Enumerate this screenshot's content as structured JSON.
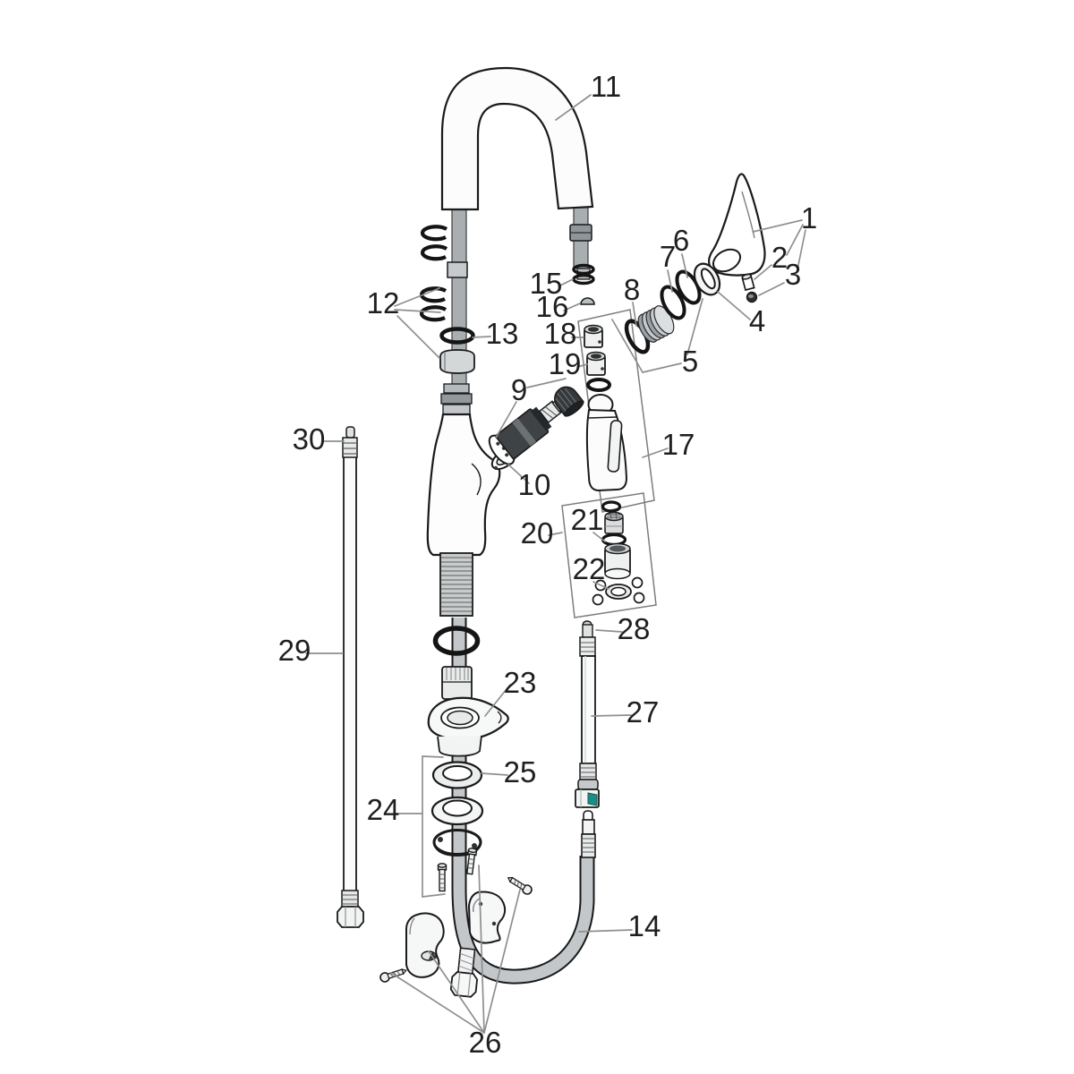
{
  "diagram": {
    "type": "exploded-parts-diagram",
    "colors": {
      "line": "#1a1a1a",
      "leader": "#8f8f8f",
      "metal_grey": "#a9aeb1",
      "hose_grey": "#c3c7c9",
      "dark_part": "#3f4346",
      "accent_teal": "#1e8c84"
    }
  },
  "parts": {
    "p1": {
      "label": "1"
    },
    "p2": {
      "label": "2"
    },
    "p3": {
      "label": "3"
    },
    "p4": {
      "label": "4"
    },
    "p5": {
      "label": "5"
    },
    "p6": {
      "label": "6"
    },
    "p7": {
      "label": "7"
    },
    "p8": {
      "label": "8"
    },
    "p9": {
      "label": "9"
    },
    "p10": {
      "label": "10"
    },
    "p11": {
      "label": "11"
    },
    "p12": {
      "label": "12"
    },
    "p13": {
      "label": "13"
    },
    "p14": {
      "label": "14"
    },
    "p15": {
      "label": "15"
    },
    "p16": {
      "label": "16"
    },
    "p17": {
      "label": "17"
    },
    "p18": {
      "label": "18"
    },
    "p19": {
      "label": "19"
    },
    "p20": {
      "label": "20"
    },
    "p21": {
      "label": "21"
    },
    "p22": {
      "label": "22"
    },
    "p23": {
      "label": "23"
    },
    "p24": {
      "label": "24"
    },
    "p25": {
      "label": "25"
    },
    "p26": {
      "label": "26"
    },
    "p27": {
      "label": "27"
    },
    "p28": {
      "label": "28"
    },
    "p29": {
      "label": "29"
    },
    "p30": {
      "label": "30"
    }
  }
}
